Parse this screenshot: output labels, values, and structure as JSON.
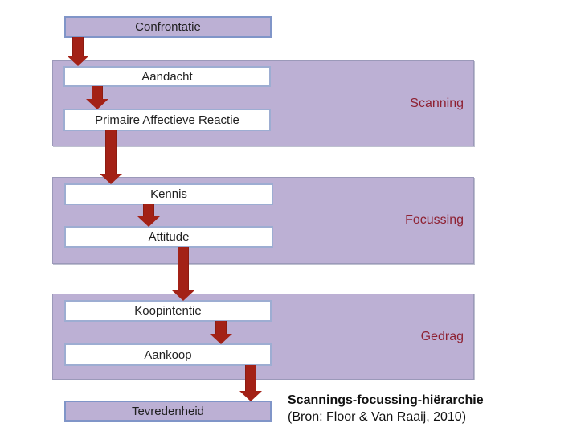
{
  "diagram": {
    "caption": {
      "title": "Scannings-focussing-hiërarchie",
      "source": "(Bron: Floor & Van Raaij, 2010)"
    },
    "entry_node": "Confrontatie",
    "exit_node": "Tevredenheid",
    "stages": [
      {
        "label": "Scanning",
        "steps": [
          "Aandacht",
          "Primaire Affectieve Reactie"
        ]
      },
      {
        "label": "Focussing",
        "steps": [
          "Kennis",
          "Attitude"
        ]
      },
      {
        "label": "Gedrag",
        "steps": [
          "Koopintentie",
          "Aankoop"
        ]
      }
    ],
    "flow_order": [
      "Confrontatie",
      "Aandacht",
      "Primaire Affectieve Reactie",
      "Kennis",
      "Attitude",
      "Koopintentie",
      "Aankoop",
      "Tevredenheid"
    ],
    "colors": {
      "group_fill": "#bcb0d4",
      "group_border": "#9b99b9",
      "endbox_border": "#8095c8",
      "whitebox_border": "#9dadd2",
      "arrow_color": "#a32116",
      "arrow_edge": "#8c1b11",
      "stage_label_color": "#8e2132",
      "text_color": "#1f1f1f"
    }
  }
}
